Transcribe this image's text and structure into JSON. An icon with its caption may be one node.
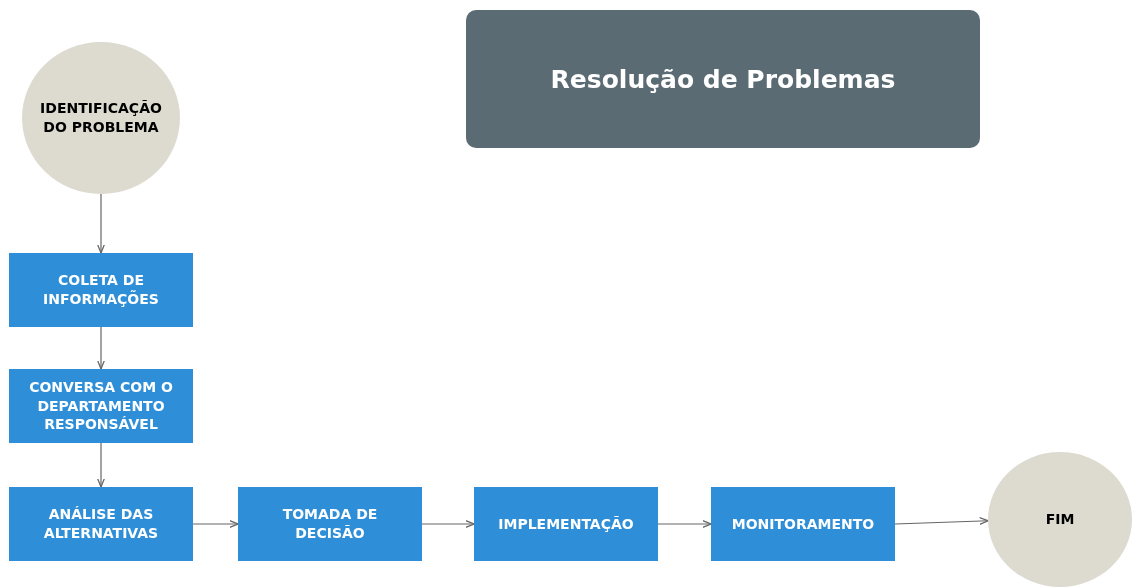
{
  "diagram": {
    "title": "Resolução de Problemas",
    "nodes": [
      {
        "text": [
          "IDENTIFICAÇÃO DO PROBLEMA"
        ]
      },
      {
        "text": [
          "COLETA DE INFORMAÇÕES"
        ]
      },
      {
        "text": [
          "CONVERSA COM O DEPARTAMENTO RESPONSÁVEL"
        ]
      },
      {
        "text": [
          "ANÁLISE DAS ALTERNATIVAS"
        ]
      },
      {
        "text": [
          "TOMADA DE DECISÃO"
        ]
      },
      {
        "text": [
          "IMPLEMENTAÇÃO"
        ]
      },
      {
        "text": [
          "MONITORAMENTO"
        ]
      },
      {
        "text": [
          "FIM"
        ]
      }
    ],
    "edges": [
      {
        "from": 0,
        "to": 1,
        "arrow": "to"
      },
      {
        "from": 1,
        "to": 2,
        "arrow": "to"
      },
      {
        "from": 2,
        "to": 3,
        "arrow": "to"
      },
      {
        "from": 3,
        "to": 4,
        "arrow": "to"
      },
      {
        "from": 4,
        "to": 5,
        "arrow": "to"
      },
      {
        "from": 5,
        "to": 6,
        "arrow": "to"
      },
      {
        "from": 6,
        "to": 7,
        "arrow": "to"
      }
    ]
  }
}
